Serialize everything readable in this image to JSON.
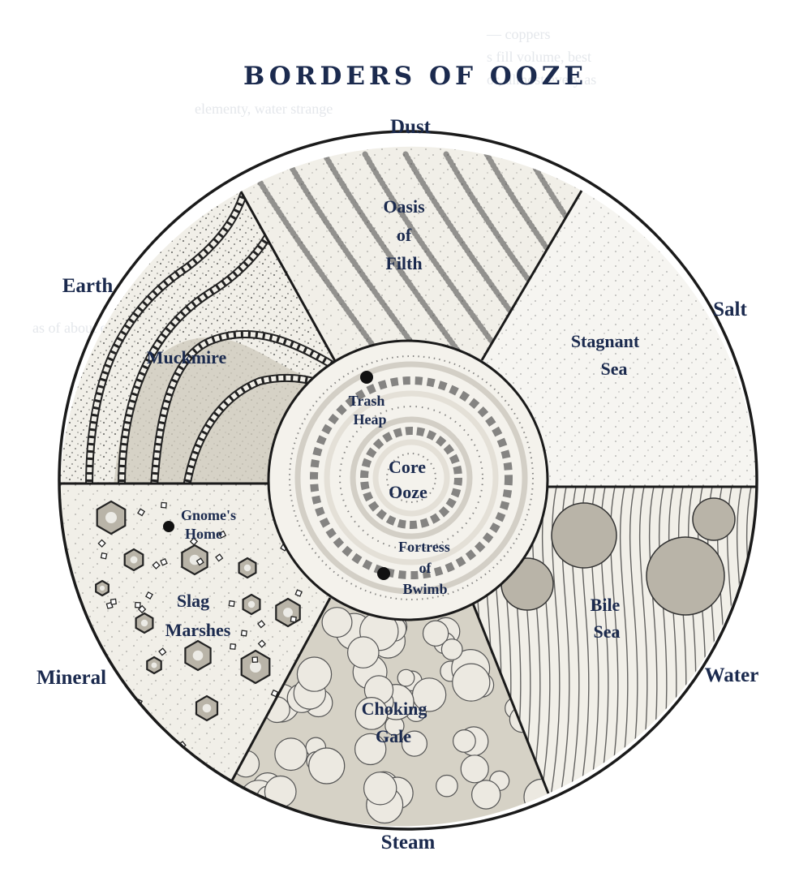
{
  "title": "BORDERS OF OOZE",
  "borders": {
    "dust": "Dust",
    "salt": "Salt",
    "water": "Water",
    "steam": "Steam",
    "mineral": "Mineral",
    "earth": "Earth"
  },
  "regions": {
    "oasis": [
      "Oasis",
      "of",
      "Filth"
    ],
    "stagnant": [
      "Stagnant",
      "Sea"
    ],
    "bile": [
      "Bile",
      "Sea"
    ],
    "choking": [
      "Choking",
      "Gale"
    ],
    "slag": [
      "Slag",
      "Marshes"
    ],
    "muckmire": "Muckmire",
    "core": [
      "Core",
      "Ooze"
    ]
  },
  "locations": {
    "trash": [
      "Trash",
      "Heap"
    ],
    "fortress": [
      "Fortress",
      "of",
      "Bwimb"
    ],
    "gnome": [
      "Gnome's",
      "Home"
    ]
  },
  "colors": {
    "ink": "#1a1a1a",
    "label": "#1b2a4e",
    "fill": "#f1efe8",
    "shade": "#b9b4a8"
  }
}
